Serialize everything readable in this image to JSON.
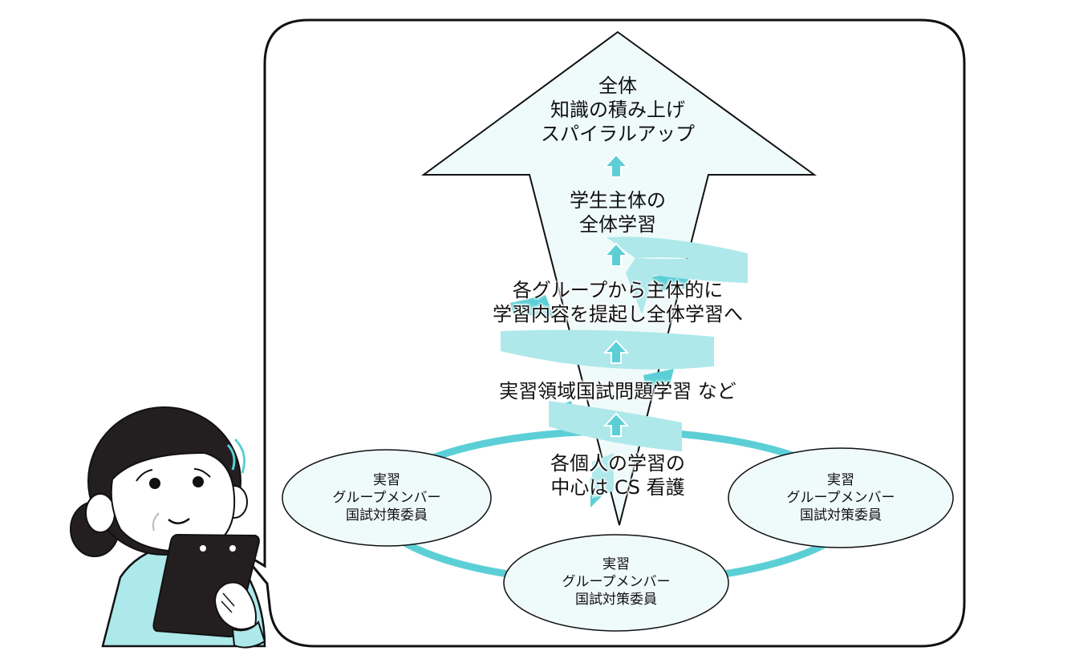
{
  "colors": {
    "teal_dark": "#5ccfd6",
    "teal_light": "#aee8ea",
    "arrow_fill": "#effafa",
    "ellipse_fill": "#effafa",
    "outline": "#111111",
    "hair": "#231f20",
    "shirt": "#ade8ea"
  },
  "diagram": {
    "levels": [
      {
        "id": "top",
        "lines": [
          "全体",
          "知識の積み上げ",
          "スパイラルアップ"
        ]
      },
      {
        "id": "student-led",
        "lines": [
          "学生主体の",
          "全体学習"
        ]
      },
      {
        "id": "group-proposal",
        "lines": [
          "各グループから主体的に",
          "学習内容を提起し全体学習へ"
        ]
      },
      {
        "id": "practice-exam",
        "lines": [
          "実習領域国試問題学習 など"
        ]
      },
      {
        "id": "individual",
        "lines": [
          "各個人の学習の",
          "中心は CS 看護"
        ]
      }
    ],
    "groups": [
      {
        "id": "left",
        "lines": [
          "実習",
          "グループメンバー",
          "国試対策委員"
        ]
      },
      {
        "id": "right",
        "lines": [
          "実習",
          "グループメンバー",
          "国試対策委員"
        ]
      },
      {
        "id": "bottom",
        "lines": [
          "実習",
          "グループメンバー",
          "国試対策委員"
        ]
      }
    ],
    "small_arrow_icon": "up-arrow-icon",
    "speaker_icon": "woman-with-tablet-icon"
  }
}
